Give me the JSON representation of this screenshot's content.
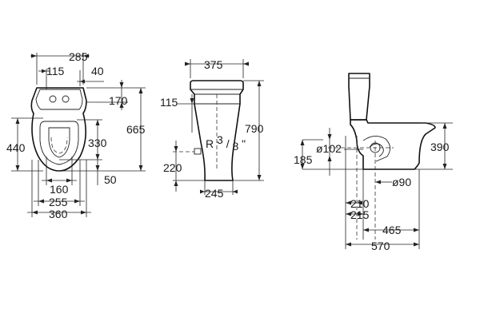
{
  "views": {
    "front": {
      "dims": {
        "top_width": "285",
        "offset_115": "115",
        "offset_40": "40",
        "right_170": "170",
        "total_height": "665",
        "bowl_440": "440",
        "bowl_330": "330",
        "bottom_50": "50",
        "base_160": "160",
        "base_255": "255",
        "base_360": "360"
      }
    },
    "side": {
      "dims": {
        "top_width": "375",
        "left_115": "115",
        "height_790": "790",
        "inlet_220": "220",
        "base_245": "245"
      },
      "thread": {
        "prefix": "R",
        "num": "3",
        "den": "8",
        "suffix": "\""
      }
    },
    "profile": {
      "dims": {
        "outlet_dia": "ø102",
        "height_390": "390",
        "left_185": "185",
        "pipe_dia": "ø90",
        "offset_210": "210",
        "offset_215": "215",
        "len_465": "465",
        "len_570": "570"
      }
    }
  }
}
